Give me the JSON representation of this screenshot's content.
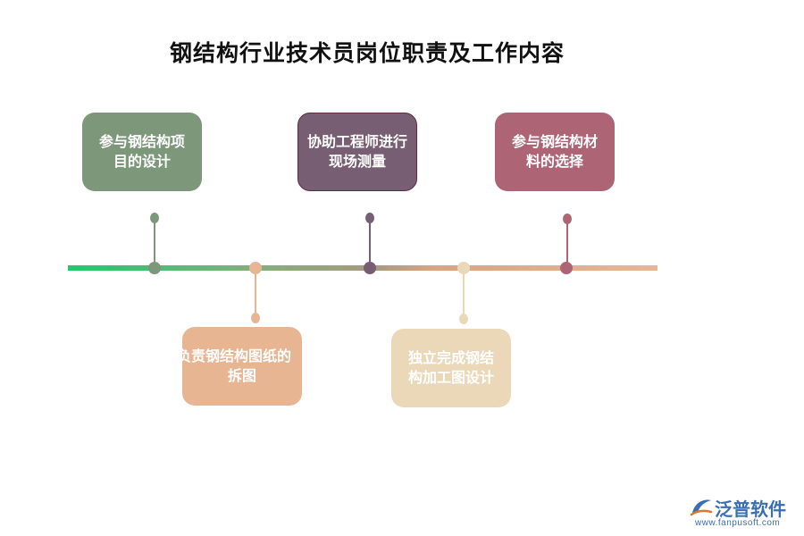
{
  "title": "钢结构行业技术员岗位职责及工作内容",
  "items": [
    {
      "text": "参与钢结构项目的设计",
      "line1": "参与钢结构项",
      "line2": "目的设计",
      "position": "top",
      "color": "#7d977b"
    },
    {
      "text": "负责钢结构图纸的拆图",
      "line1": "负责钢结构图纸的",
      "line2": "拆图",
      "position": "bottom",
      "color": "#e8b592"
    },
    {
      "text": "协助工程师进行现场测量",
      "line1": "协助工程师进行",
      "line2": "现场测量",
      "position": "top",
      "color": "#775e72"
    },
    {
      "text": "独立完成钢结构加工图设计",
      "line1": "独立完成钢结",
      "line2": "构加工图设计",
      "position": "bottom",
      "color": "#ead8b9"
    },
    {
      "text": "参与钢结构材料的选择",
      "line1": "参与钢结构材",
      "line2": "料的选择",
      "position": "top",
      "color": "#ad6475"
    }
  ],
  "logo": {
    "name": "泛普软件",
    "url": "www.fanpusoft.com",
    "icon": "fanpu-logo-icon"
  }
}
